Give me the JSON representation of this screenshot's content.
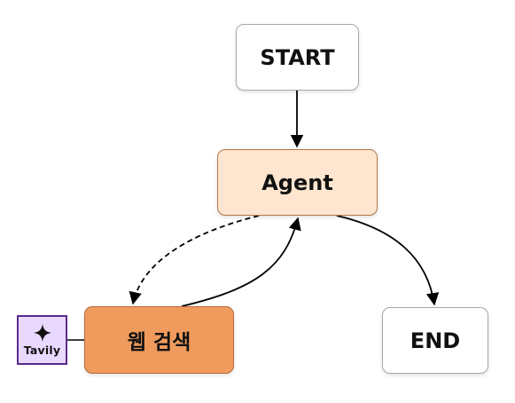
{
  "nodes": {
    "start": "START",
    "agent": "Agent",
    "web_search": "웹 검색",
    "end": "END"
  },
  "tool": {
    "label": "Tavily",
    "icon": "sparkle-icon"
  },
  "colors": {
    "agent_fill": "#fde5cf",
    "web_search_fill": "#ef9b5d",
    "tavily_fill": "#ead9ff",
    "tavily_border": "#5a2a8a"
  },
  "edges": [
    {
      "from": "START",
      "to": "Agent",
      "style": "solid"
    },
    {
      "from": "Agent",
      "to": "웹 검색",
      "style": "dashed"
    },
    {
      "from": "웹 검색",
      "to": "Agent",
      "style": "solid"
    },
    {
      "from": "Agent",
      "to": "END",
      "style": "solid"
    },
    {
      "from": "Tavily",
      "to": "웹 검색",
      "style": "line"
    }
  ]
}
